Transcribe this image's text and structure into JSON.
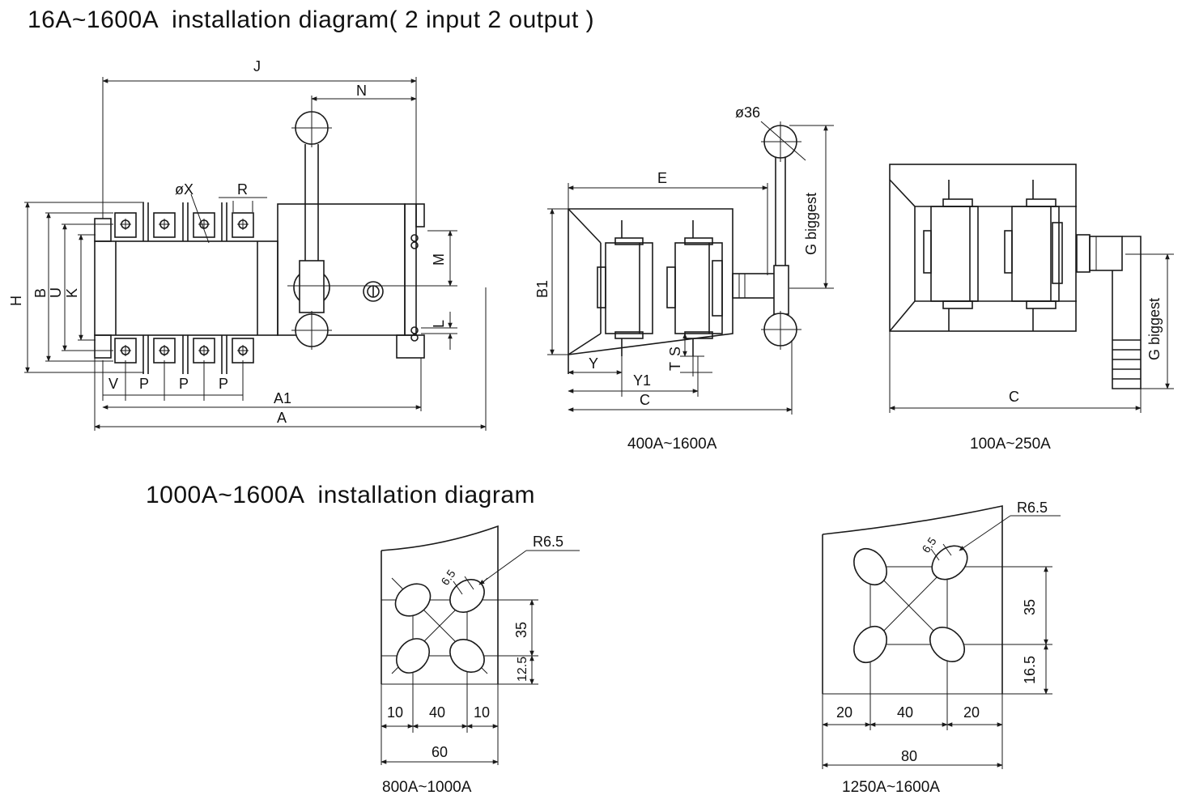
{
  "titles": {
    "main": "16A~1600A  installation diagram( 2 input 2 output )",
    "second": "1000A~1600A  installation diagram"
  },
  "captions": {
    "side_400": "400A~1600A",
    "side_100": "100A~250A",
    "hole_800": "800A~1000A",
    "hole_1250": "1250A~1600A"
  },
  "front_view": {
    "J": "J",
    "N": "N",
    "X": "øX",
    "R": "R",
    "H": "H",
    "B": "B",
    "U": "U",
    "K": "K",
    "M": "M",
    "L": "L",
    "V": "V",
    "P": "P",
    "A1": "A1",
    "A": "A"
  },
  "side_view_400": {
    "E": "E",
    "B1": "B1",
    "d36": "ø36",
    "G": "G biggest",
    "Y": "Y",
    "Y1": "Y1",
    "S": "S",
    "T": "T",
    "C": "C"
  },
  "side_view_100": {
    "G": "G biggest",
    "C": "C"
  },
  "hole_800": {
    "R": "R6.5",
    "d": "6.5",
    "v1": "35",
    "v2": "12.5",
    "h1": "10",
    "h2": "40",
    "h3": "10",
    "total": "60"
  },
  "hole_1250": {
    "R": "R6.5",
    "d": "6.5",
    "v1": "35",
    "v2": "16.5",
    "h1": "20",
    "h2": "40",
    "h3": "20",
    "total": "80"
  }
}
